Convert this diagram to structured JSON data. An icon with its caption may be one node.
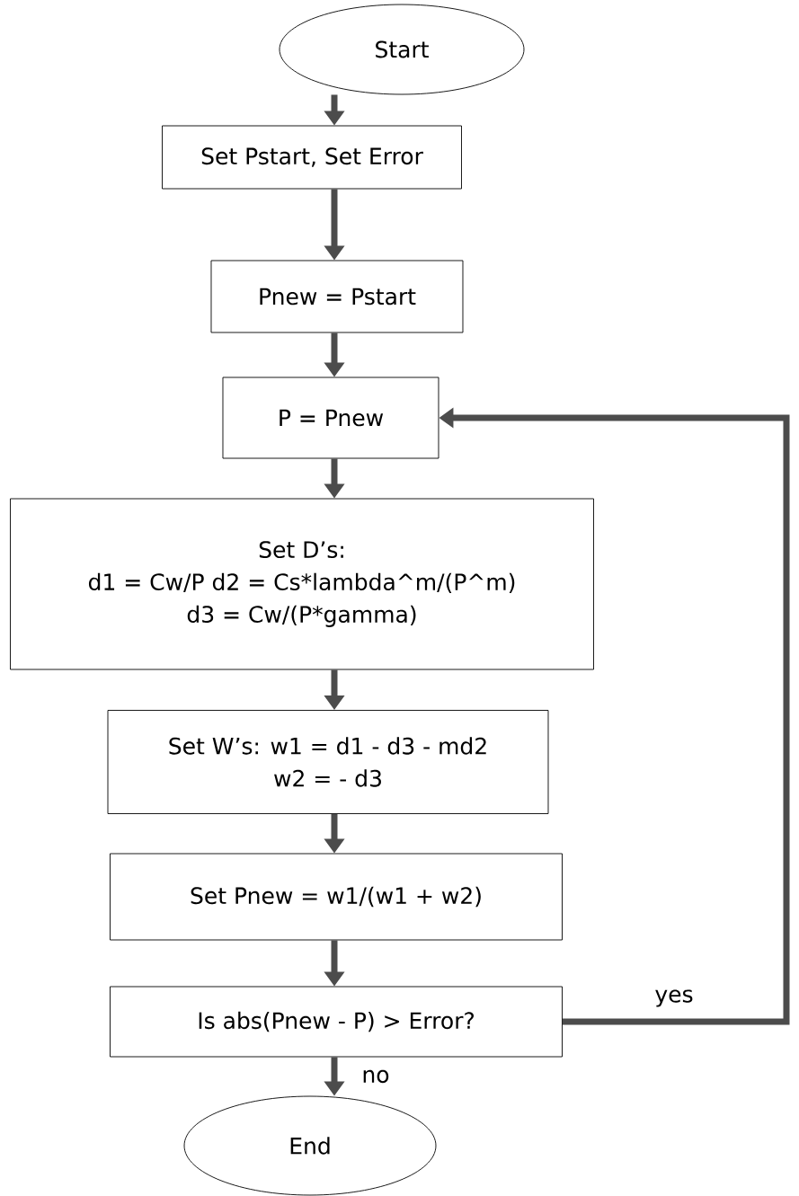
{
  "diagram": {
    "nodes": [
      {
        "text": [
          "Start"
        ]
      },
      {
        "text": [
          "Set Pstart, Set Error"
        ]
      },
      {
        "text": [
          "Pnew = Pstart"
        ]
      },
      {
        "text": [
          "P = Pnew"
        ]
      },
      {
        "text": [
          "Set D’s:",
          "d1 = Cw/P d2 = Cs*lambda^m/(P^m)",
          "d3 = Cw/(P*gamma)"
        ]
      },
      {
        "text": [
          "Set W’s: w1 = d1 - d3 - md2",
          "w2 = - d3"
        ]
      },
      {
        "text": [
          "Set Pnew = w1/(w1 + w2)"
        ]
      },
      {
        "text": [
          "Is abs(Pnew - P) > Error?"
        ]
      },
      {
        "text": [
          "End"
        ]
      }
    ],
    "edges": [
      {
        "from": 0,
        "to": 1,
        "arrow": "to"
      },
      {
        "from": 1,
        "to": 2,
        "arrow": "to"
      },
      {
        "from": 2,
        "to": 3,
        "arrow": "to"
      },
      {
        "from": 3,
        "to": 4,
        "arrow": "to"
      },
      {
        "from": 4,
        "to": 5,
        "arrow": "to"
      },
      {
        "from": 5,
        "to": 6,
        "arrow": "to"
      },
      {
        "from": 6,
        "to": 7,
        "arrow": "to"
      },
      {
        "from": 7,
        "to": 8,
        "arrow": "to",
        "label": "no"
      },
      {
        "from": 7,
        "to": 3,
        "arrow": "to",
        "label": "yes"
      }
    ]
  }
}
